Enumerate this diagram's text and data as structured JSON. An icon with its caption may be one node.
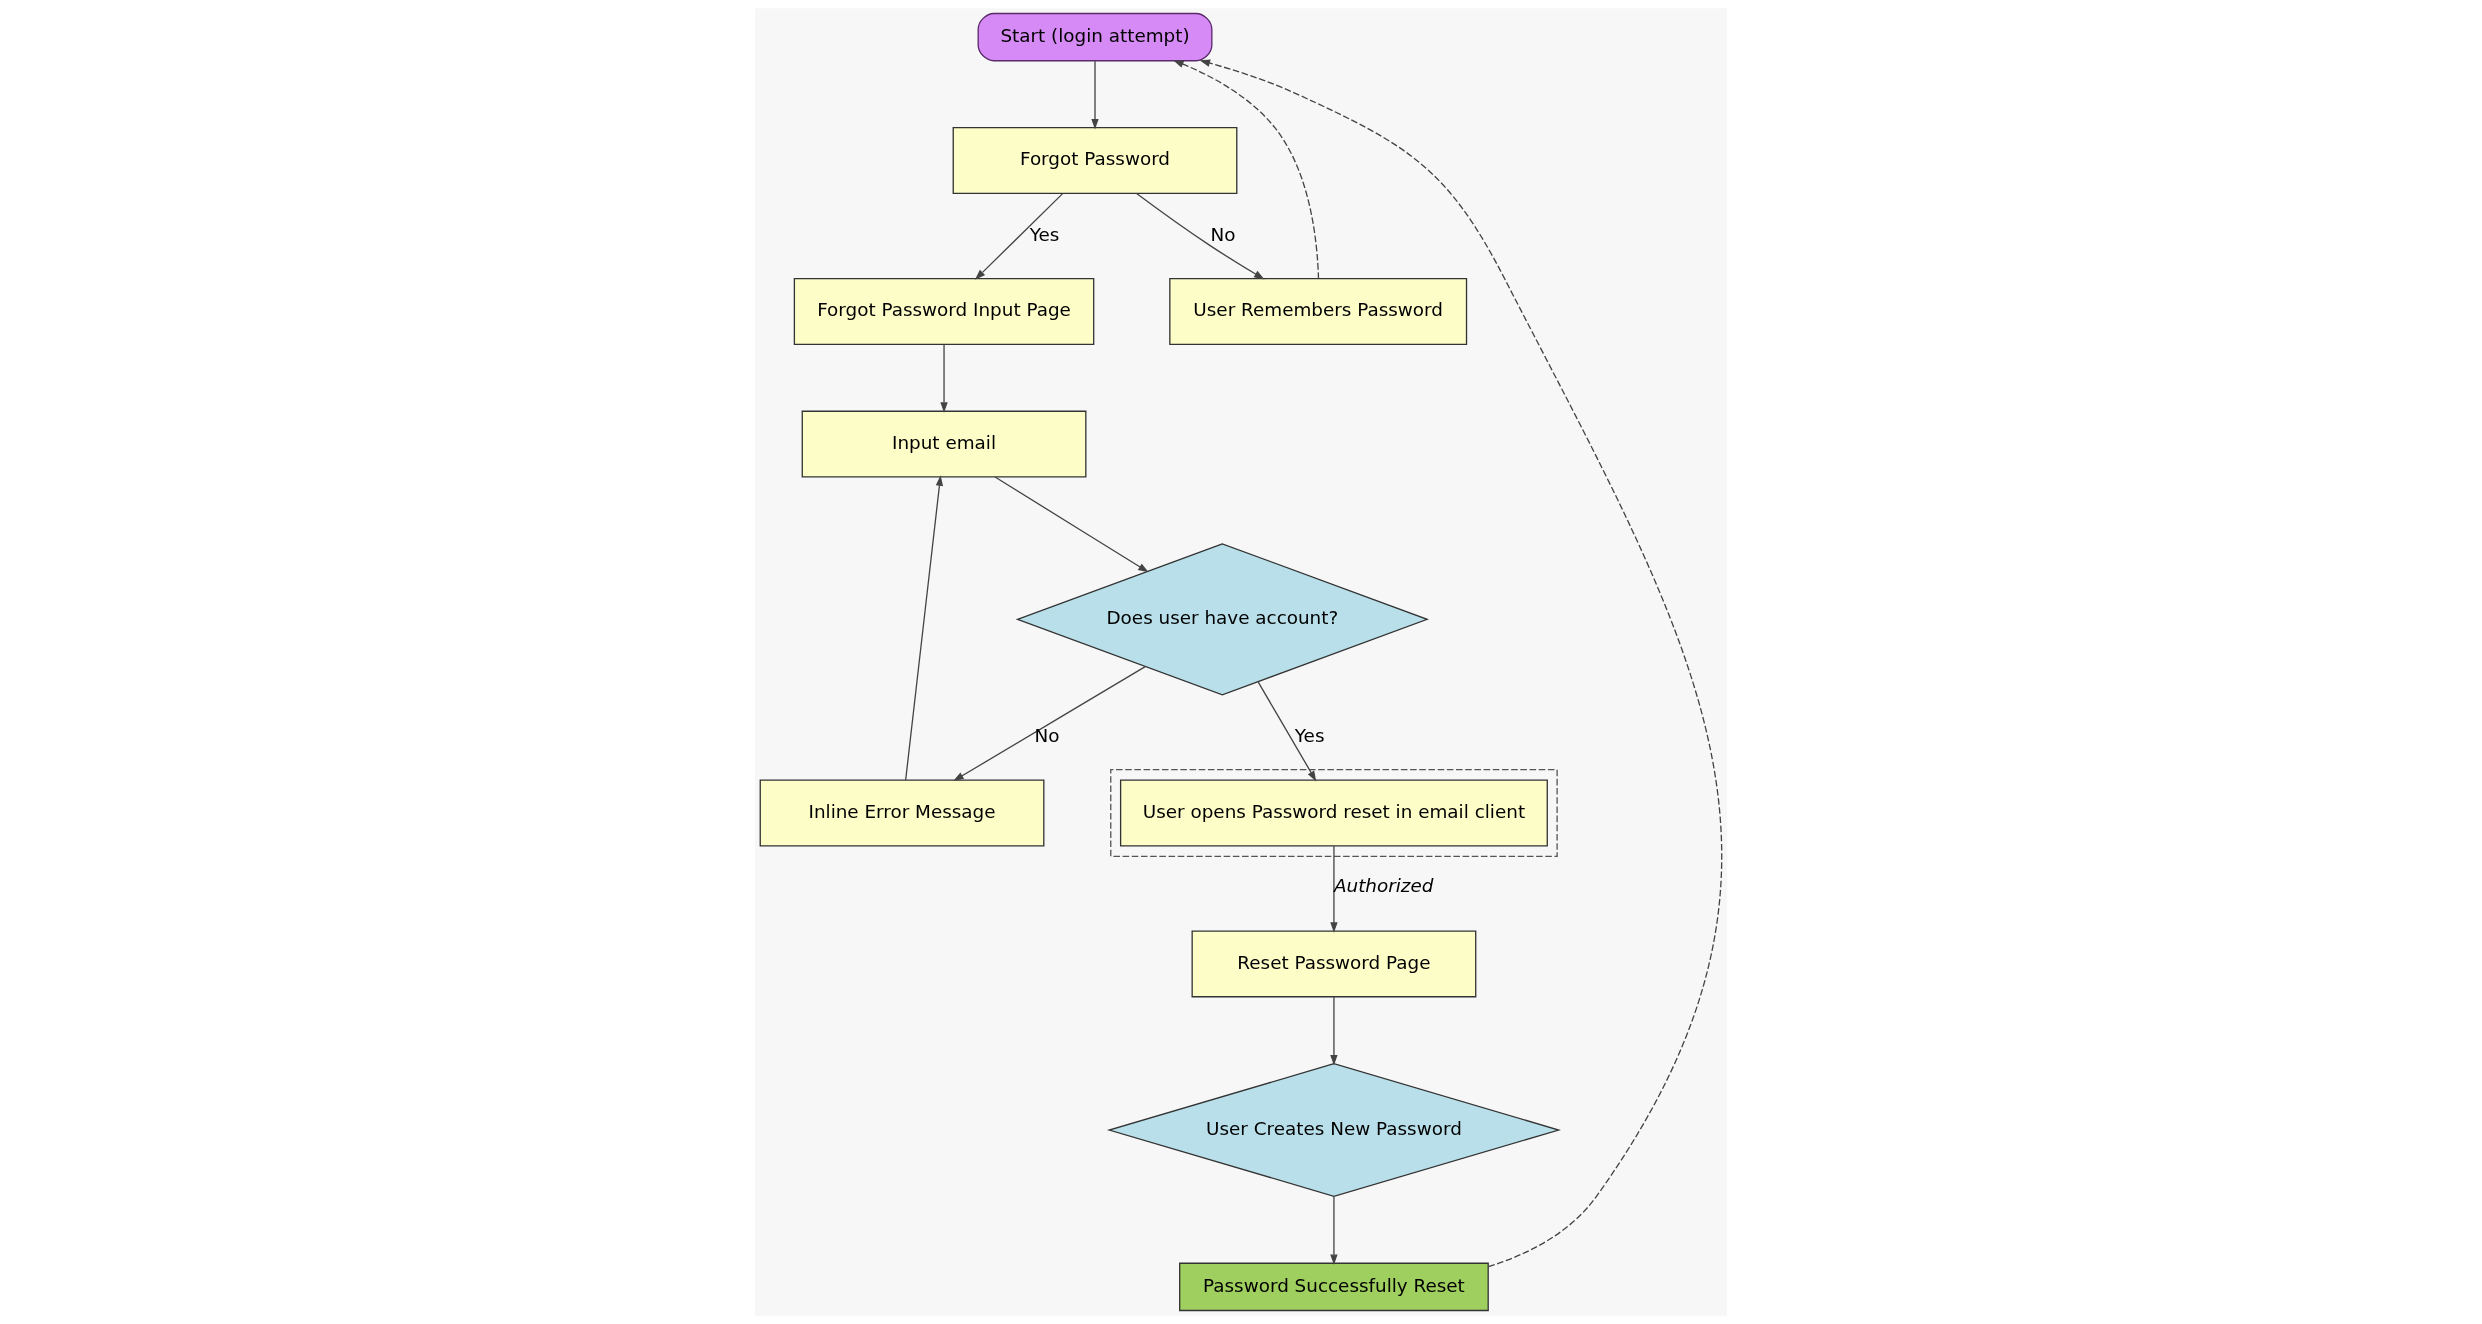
{
  "diagram": {
    "nodes": [
      {
        "text": [
          "Start (login attempt)"
        ]
      },
      {
        "text": [
          "Forgot Password"
        ]
      },
      {
        "text": [
          "Forgot Password Input Page"
        ]
      },
      {
        "text": [
          "Input email"
        ]
      },
      {
        "text": [
          "Inline Error Message"
        ]
      },
      {
        "text": [
          "Does user have account?"
        ]
      },
      {
        "text": [
          "User Remembers Password"
        ]
      },
      {
        "text": [],
        "shape": "box"
      },
      {
        "text": [
          "User opens Password reset in email client"
        ],
        "in": 7
      },
      {
        "text": [
          "Reset Password Page"
        ]
      },
      {
        "text": [
          "User Creates New Password"
        ]
      },
      {
        "text": [
          "Password Successfully Reset"
        ]
      }
    ],
    "edges": [
      {
        "from": 0,
        "to": 1,
        "arrow": "to"
      },
      {
        "from": 1,
        "to": 2,
        "arrow": "to",
        "label": "Yes"
      },
      {
        "from": 1,
        "to": 6,
        "arrow": "to",
        "label": "No"
      },
      {
        "from": 2,
        "to": 3,
        "arrow": "to"
      },
      {
        "from": 3,
        "to": 5,
        "arrow": "to"
      },
      {
        "from": 5,
        "to": 4,
        "arrow": "to",
        "label": "No"
      },
      {
        "from": 4,
        "to": 3,
        "arrow": "to"
      },
      {
        "from": 5,
        "to": 8,
        "arrow": "to",
        "label": "Yes"
      },
      {
        "from": 8,
        "to": 9,
        "arrow": "to",
        "label": "Authorized"
      },
      {
        "from": 9,
        "to": 10,
        "arrow": "to"
      },
      {
        "from": 10,
        "to": 11,
        "arrow": "to"
      },
      {
        "from": 6,
        "to": 0,
        "arrow": "to",
        "style": "dashed"
      },
      {
        "from": 11,
        "to": 0,
        "arrow": "to",
        "style": "dashed"
      }
    ]
  }
}
